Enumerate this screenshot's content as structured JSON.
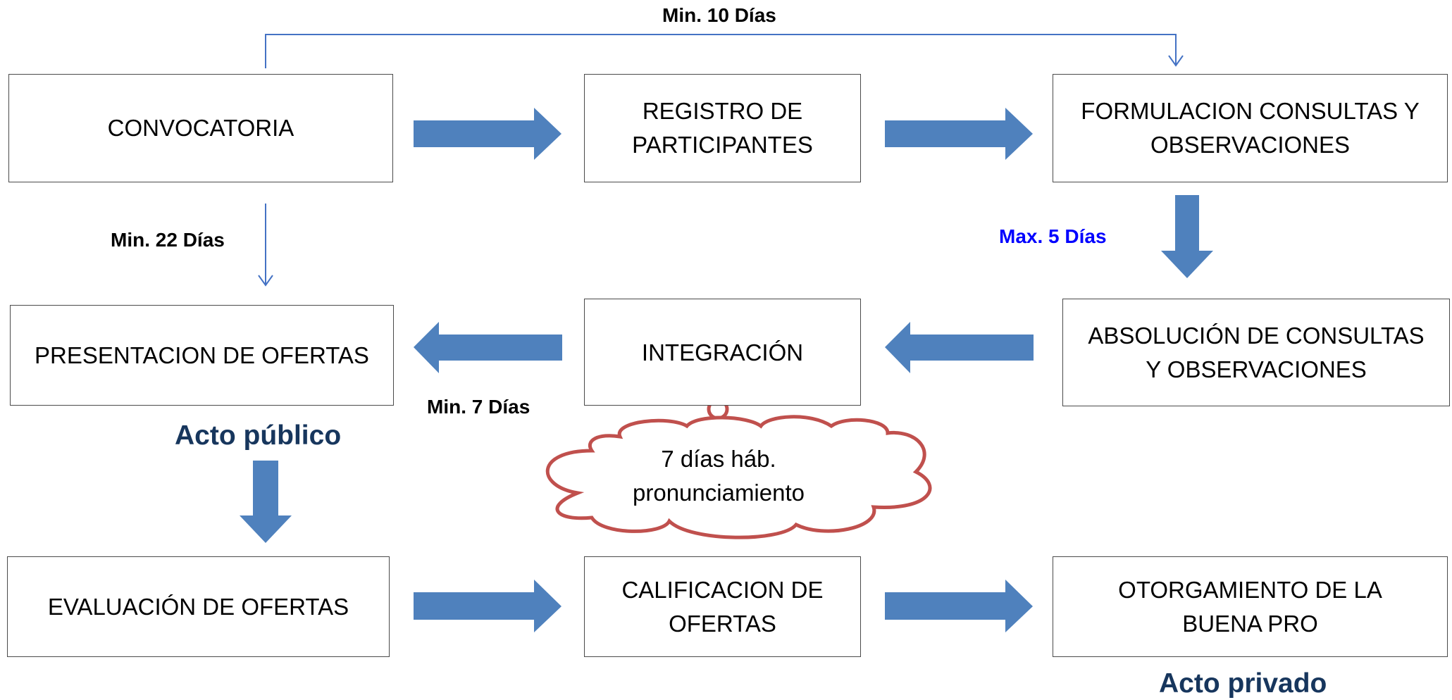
{
  "colors": {
    "arrow_fill": "#4F81BD",
    "connector": "#4472C4",
    "cloud_stroke": "#C0504D",
    "box_border": "#4a4a4a",
    "label_black": "#000000",
    "label_blue": "#0000FF",
    "label_navy": "#17365D"
  },
  "boxes": {
    "convocatoria": "CONVOCATORIA",
    "registro": "REGISTRO DE\nPARTICIPANTES",
    "formulacion": "FORMULACION CONSULTAS Y\nOBSERVACIONES",
    "presentacion": "PRESENTACION DE OFERTAS",
    "integracion": "INTEGRACIÓN",
    "absolucion": "ABSOLUCIÓN DE CONSULTAS\nY OBSERVACIONES",
    "evaluacion": "EVALUACIÓN DE OFERTAS",
    "calificacion": "CALIFICACION DE\nOFERTAS",
    "otorgamiento": "OTORGAMIENTO DE LA\nBUENA PRO"
  },
  "labels": {
    "min_10": "Min. 10 Días",
    "min_22": "Min. 22 Días",
    "max_5": "Max. 5 Días",
    "min_7": "Min. 7 Días",
    "acto_publico": "Acto público",
    "acto_privado": "Acto privado"
  },
  "cloud": {
    "text": "7 días háb.\npronunciamiento"
  }
}
